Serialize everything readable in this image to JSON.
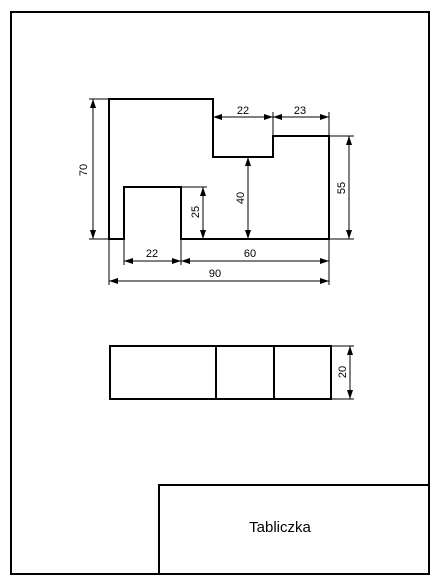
{
  "title_block": {
    "label": "Tabliczka"
  },
  "dimensions": {
    "overall_height": "70",
    "top_notch_width": "22",
    "top_right_width": "23",
    "notch_depth": "40",
    "right_height": "55",
    "bottom_notch_height": "25",
    "bottom_notch_width": "22",
    "bottom_right_width": "60",
    "overall_width": "90",
    "thickness": "20"
  }
}
